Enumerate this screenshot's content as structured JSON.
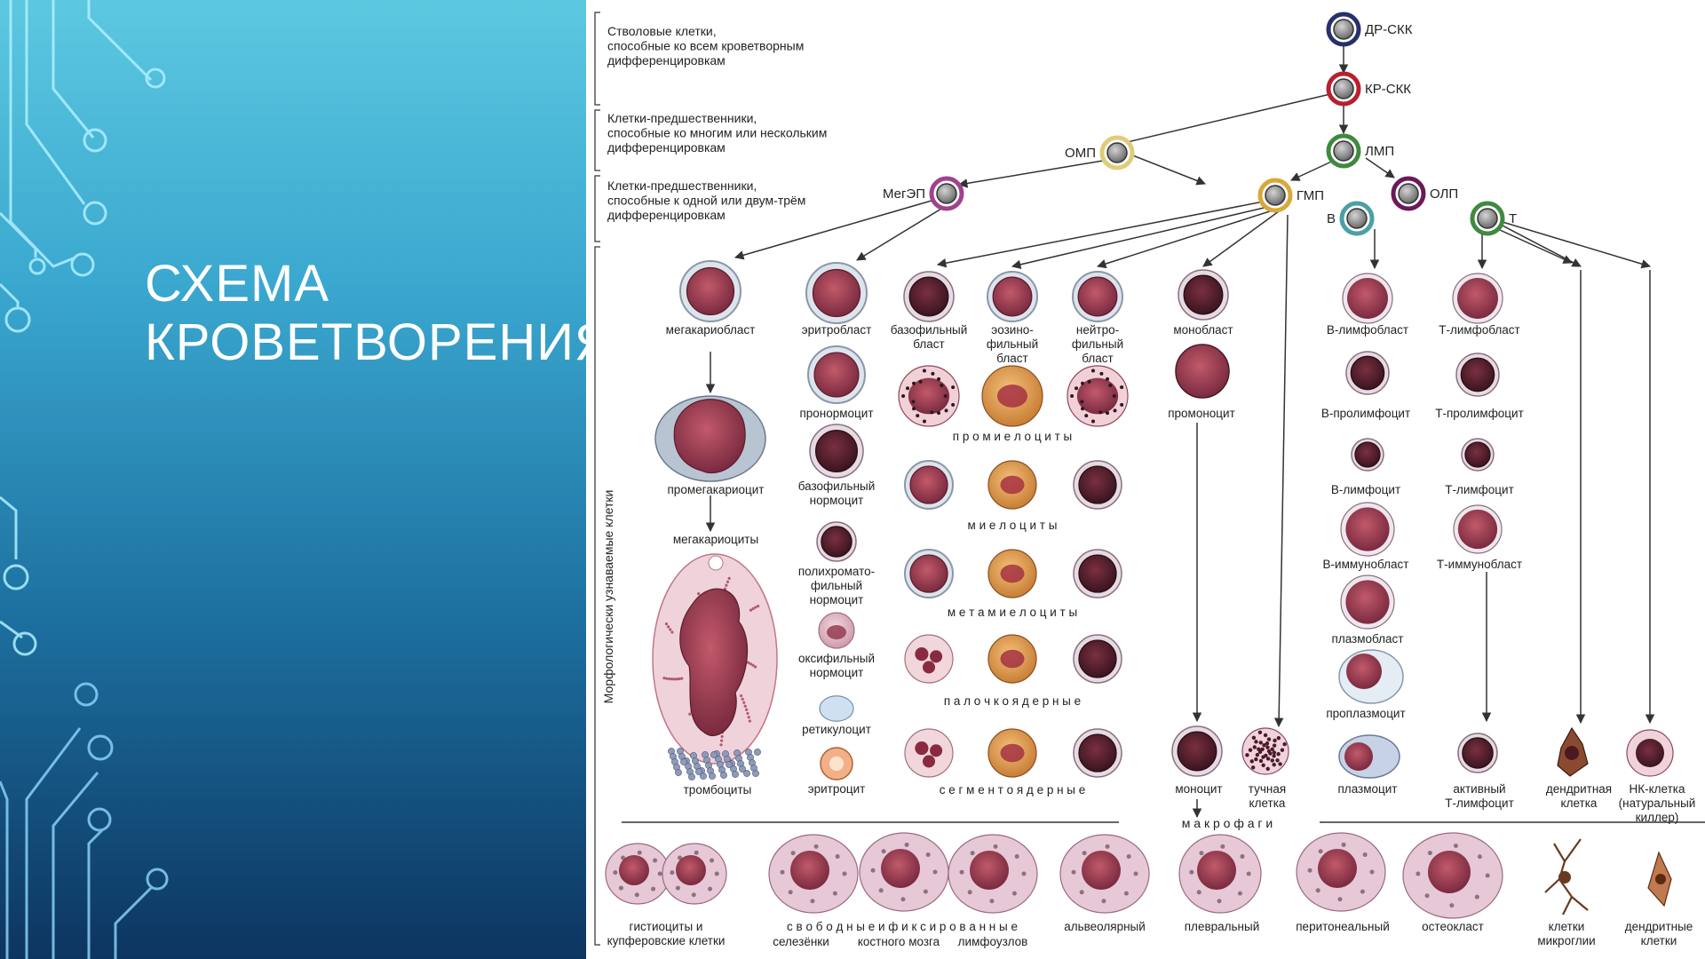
{
  "slide": {
    "title_line1": "СХЕМА",
    "title_line2": "КРОВЕТВОРЕНИЯ"
  },
  "legend": [
    [
      "Стволовые клетки,",
      "способные ко всем кроветворным",
      "дифференцировкам"
    ],
    [
      "Клетки-предшественники,",
      "способные ко многим или нескольким",
      "дифференцировкам"
    ],
    [
      "Клетки-предшественники,",
      "способные к одной или двум-трём",
      "дифференцировкам"
    ]
  ],
  "vertical_label": "Морфологически узнаваемые клетки",
  "progenitors": [
    {
      "id": "drsk",
      "label": "ДР-СКК",
      "color": "#28306a"
    },
    {
      "id": "krsk",
      "label": "КР-СКК",
      "color": "#b8202e"
    },
    {
      "id": "omp",
      "label": "ОМП",
      "color": "#e0cc78"
    },
    {
      "id": "lmp",
      "label": "ЛМП",
      "color": "#3e8a3e"
    },
    {
      "id": "megep",
      "label": "МегЭП",
      "color": "#a0428e"
    },
    {
      "id": "gmp",
      "label": "ГМП",
      "color": "#d8a838"
    },
    {
      "id": "olp",
      "label": "ОЛП",
      "color": "#6a1a5a"
    },
    {
      "id": "b",
      "label": "В",
      "color": "#4aa0a4"
    },
    {
      "id": "t",
      "label": "Т",
      "color": "#3e8a3e"
    }
  ],
  "cells": {
    "megakaryoblast": "мегакариобласт",
    "promegakaryocyte": "промегакариоцит",
    "megakaryocytes": "мегакариоциты",
    "thrombocytes": "тромбоциты",
    "erythroblast": "эритробласт",
    "pronormocyte": "пронормоцит",
    "basophilic_normocyte": [
      "базофильный",
      "нормоцит"
    ],
    "polychromatophilic_normocyte": [
      "полихромато-",
      "фильный",
      "нормоцит"
    ],
    "oxyphilic_normocyte": [
      "оксифильный",
      "нормоцит"
    ],
    "reticulocyte": "ретикулоцит",
    "erythrocyte": "эритроцит",
    "basophilic_blast": [
      "базофильный",
      "бласт"
    ],
    "eosinophilic_blast": [
      "эозино-",
      "фильный",
      "бласт"
    ],
    "neutrophilic_blast": [
      "нейтро-",
      "фильный",
      "бласт"
    ],
    "monoblast": "монобласт",
    "promonocyte": "промоноцит",
    "monocyte": "моноцит",
    "mast_cell": [
      "тучная",
      "клетка"
    ],
    "b_lymphoblast": "В-лимфобласт",
    "b_prolymphocyte": "В-пролимфоцит",
    "b_lymphocyte": "В-лимфоцит",
    "b_immunoblast": "В-иммунобласт",
    "plasmoblast": "плазмобласт",
    "proplasmocyte": "проплазмоцит",
    "plasmocyte": "плазмоцит",
    "t_lymphoblast": "Т-лимфобласт",
    "t_prolymphocyte": "Т-пролимфоцит",
    "t_lymphocyte": "Т-лимфоцит",
    "t_immunoblast": "Т-иммунобласт",
    "active_t_lymphocyte": [
      "активный",
      "Т-лимфоцит"
    ],
    "dendritic_cell": [
      "дендритная",
      "клетка"
    ],
    "nk_cell": [
      "НК-клетка",
      "(натуральный",
      "киллер)"
    ]
  },
  "row_labels": {
    "promyelocytes": "п р о м и е л о ц и т ы",
    "myelocytes": "м и е л о ц и т ы",
    "metamyelocytes": "м е т а м и е л о ц и т ы",
    "band": "п а л о ч к о я д е р н ы е",
    "segmented": "с е г м е н т о я д е р н ы е"
  },
  "macrophages": {
    "header": "м а к р о ф а г и",
    "free_fixed": "с в о б о д н ы е  и  ф и к с и р о в а н н ы е",
    "items": [
      [
        "гистиоциты и",
        "купферовские клетки"
      ],
      [
        "селезёнки"
      ],
      [
        "костного мозга"
      ],
      [
        "лимфоузлов"
      ],
      [
        "альвеолярный"
      ],
      [
        "плевральный"
      ],
      [
        "перитонеальный"
      ],
      [
        "остеокласт"
      ],
      [
        "клетки",
        "микроглии"
      ],
      [
        "дендритные",
        "клетки"
      ]
    ]
  }
}
